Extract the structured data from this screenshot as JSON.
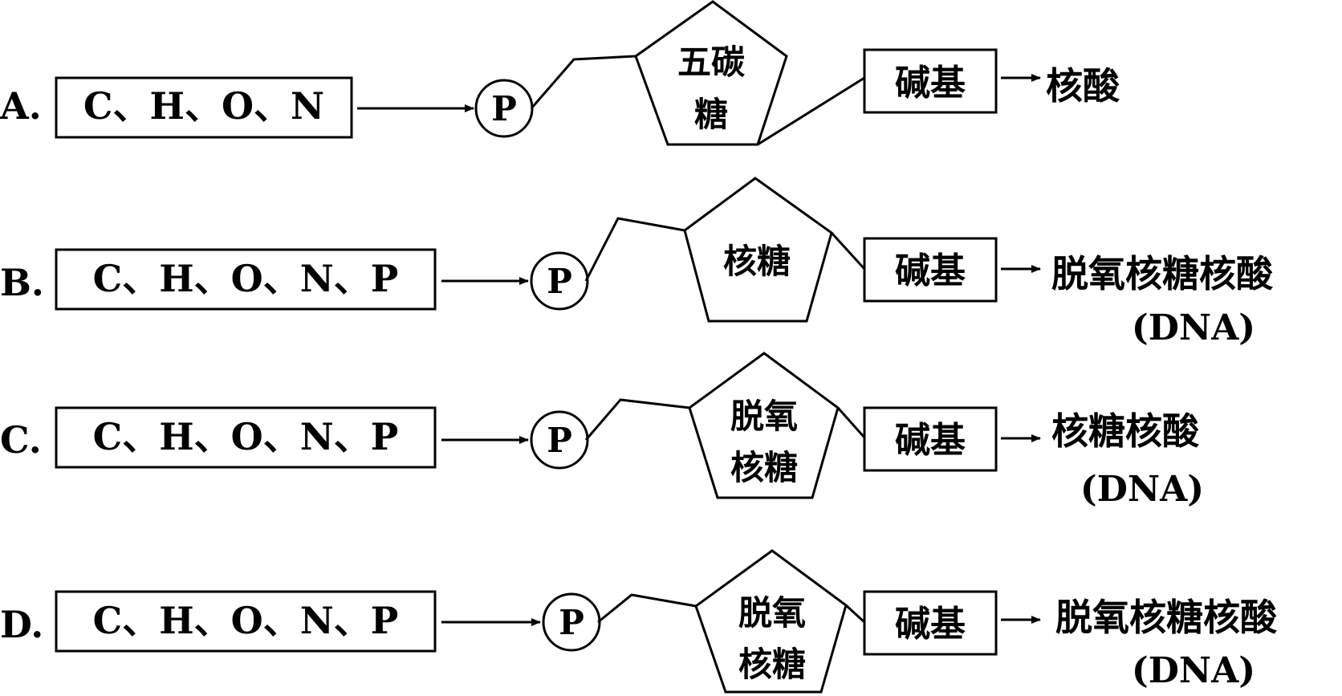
{
  "options": [
    {
      "label": "A.",
      "elements": "C、H、O、N",
      "phosphate": "P",
      "sugar": [
        "五碳",
        "糖"
      ],
      "base": "碱基",
      "product": [
        "核酸"
      ]
    },
    {
      "label": "B.",
      "elements": "C、H、O、N、P",
      "phosphate": "P",
      "sugar": [
        "核糖"
      ],
      "base": "碱基",
      "product": [
        "脱氧核糖核酸",
        "(DNA)"
      ]
    },
    {
      "label": "C.",
      "elements": "C、H、O、N、P",
      "phosphate": "P",
      "sugar": [
        "脱氧",
        "核糖"
      ],
      "base": "碱基",
      "product": [
        "核糖核酸",
        "(DNA)"
      ]
    },
    {
      "label": "D.",
      "elements": "C、H、O、N、P",
      "phosphate": "P",
      "sugar": [
        "脱氧",
        "核糖"
      ],
      "base": "碱基",
      "product": [
        "脱氧核糖核酸",
        "(DNA)"
      ]
    }
  ]
}
